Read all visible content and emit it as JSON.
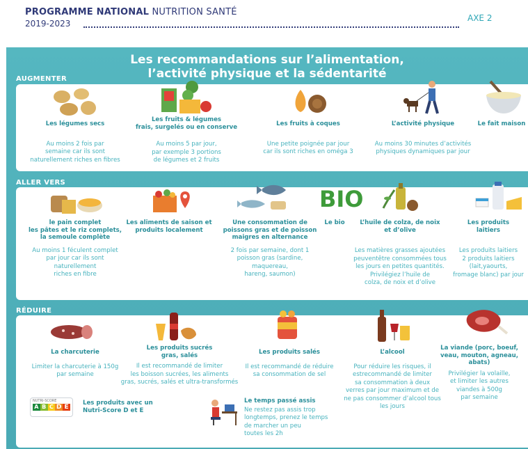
{
  "header": {
    "title_bold": "PROGRAMME NATIONAL",
    "title_rest": " NUTRITION SANTÉ",
    "year": "2019-2023",
    "axe": "AXE 2"
  },
  "panel": {
    "title_line1": "Les recommandations sur l’alimentation,",
    "title_line2": "l’activité physique et la sédentarité"
  },
  "sections": {
    "augmenter": {
      "label": "AUGMENTER",
      "items": [
        {
          "name": "Les légumes secs",
          "desc": [
            "Au moins 2 fois par",
            "semaine car ils sont",
            "naturellement riches en fibres"
          ]
        },
        {
          "name": [
            "Les fruits & légumes",
            "frais, surgelés ou en conserve"
          ],
          "desc": [
            "Au moins 5 par jour,",
            "par exemple 3 portions",
            "de légumes et 2 fruits"
          ]
        },
        {
          "name": "Les fruits à coques",
          "desc": [
            "Une petite poignée par jour",
            "car ils sont riches en oméga 3"
          ]
        },
        {
          "name": "L’activité physique",
          "desc": [
            "Au moins 30 minutes d’activités",
            "physiques dynamiques par jour"
          ]
        },
        {
          "name": "Le fait maison",
          "desc": []
        }
      ]
    },
    "aller_vers": {
      "label": "ALLER VERS",
      "items": [
        {
          "name": [
            "le pain complet",
            "les pâtes et le riz complets,",
            "la semoule complète"
          ],
          "desc": [
            "Au moins 1 féculent complet",
            "par jour car ils sont",
            "naturellement",
            "riches en fibre"
          ]
        },
        {
          "name": [
            "Les aliments de saison et",
            "produits localement"
          ],
          "desc": []
        },
        {
          "name": [
            "Une consommation de",
            "poissons gras et de poisson",
            "maigres en alternance"
          ],
          "desc": [
            "2 fois par semaine, dont 1",
            "poisson gras (sardine,",
            "maquereau,",
            "hareng, saumon)"
          ]
        },
        {
          "name": "Le bio",
          "desc": []
        },
        {
          "name": [
            "L’huile de colza, de noix",
            "et d’olive"
          ],
          "desc": [
            "Les matières grasses ajoutées",
            "peuventêtre consommées tous",
            "les jours en petites quantités.",
            "Privilégiez l’huile de",
            "colza,  de noix et d’olive"
          ]
        },
        {
          "name": [
            "Les produits",
            "laitiers"
          ],
          "desc": [
            "Les produits laitiers",
            "2 produits laitiers",
            "(lait,yaourts,",
            "fromage blanc) par jour"
          ]
        }
      ],
      "bio_logo": "BIO"
    },
    "reduire": {
      "label": "RÉDUIRE",
      "items": [
        {
          "name": "La charcuterie",
          "desc": [
            "Limiter la charcuterie à 150g",
            "par semaine"
          ]
        },
        {
          "name": [
            "Les produits sucrés",
            "gras, salés"
          ],
          "desc": [
            "Il est recommandé de limiter",
            "les boisson sucrées, les aliments",
            "gras, sucrés, salés et ultra-transformés"
          ]
        },
        {
          "name": "Les produits salés",
          "desc": [
            "Il est recommandé de réduire",
            "sa consommation de sel"
          ]
        },
        {
          "name": "L’alcool",
          "desc": [
            "Pour réduire les risques, il",
            "estrecommandé de limiter",
            "sa consommation à deux",
            "verres par jour maximum et de",
            "ne pas consommer d’alcool tous",
            "les jours"
          ]
        },
        {
          "name": [
            "La viande (porc, boeuf,",
            "veau, mouton, agneau, abats)"
          ],
          "desc": [
            "Privilégier la volaille,",
            "et limiter les autres",
            "viandes à 500g",
            "par semaine"
          ]
        },
        {
          "name": [
            "Les produits avec un",
            "Nutri-Score D et E"
          ],
          "desc": []
        },
        {
          "name": "Le temps passé assis",
          "desc": [
            "Ne restez pas assis trop",
            "longtemps, prenez le temps",
            "de marcher un peu",
            "toutes les 2h"
          ]
        }
      ],
      "nutriscore": {
        "label": "NUTRI-SCORE",
        "letters": [
          "A",
          "B",
          "C",
          "D",
          "E"
        ]
      }
    }
  },
  "colors": {
    "teal": "#4aaab5",
    "dark_teal": "#2b8f9a",
    "light_teal": "#46b2bd",
    "navy": "#303a78"
  }
}
